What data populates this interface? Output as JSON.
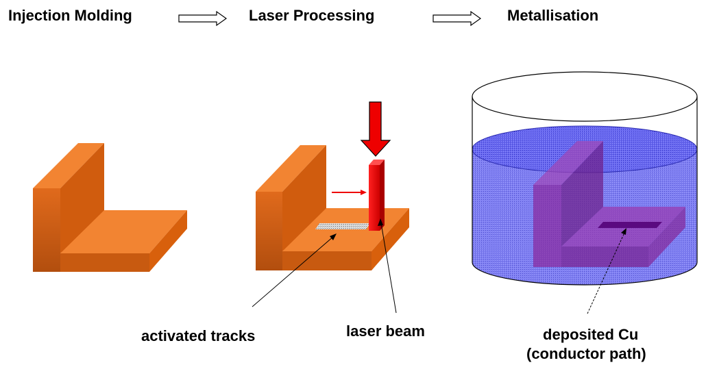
{
  "steps": [
    {
      "label": "Injection Molding"
    },
    {
      "label": "Laser Processing"
    },
    {
      "label": "Metallisation"
    }
  ],
  "annotations": {
    "activated_tracks": "activated tracks",
    "laser_beam": "laser beam",
    "deposited_cu_line1": "deposited Cu",
    "deposited_cu_line2": "(conductor path)"
  },
  "colors": {
    "part_front": "#c85a10",
    "part_top": "#f28432",
    "part_side": "#d8600c",
    "laser": "#ee0000",
    "bath": "#4040d8",
    "track": "#c0c0c0",
    "conductor": "#6a1a8a"
  }
}
